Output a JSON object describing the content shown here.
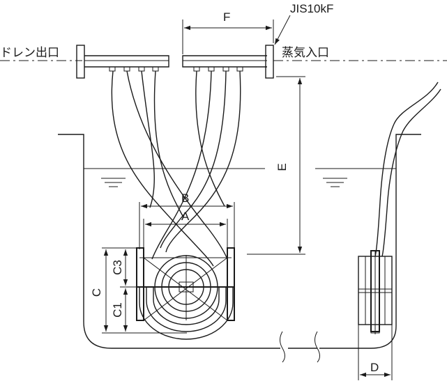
{
  "labels": {
    "drain_outlet": "ドレン出口",
    "steam_inlet": "蒸気入口",
    "flange_standard": "JIS10kF",
    "dim_f": "F",
    "dim_e": "E",
    "dim_b": "B",
    "dim_a": "A",
    "dim_c": "C",
    "dim_c1": "C1",
    "dim_c3": "C3",
    "dim_d": "D"
  },
  "colors": {
    "line": "#1a1a1a",
    "background": "#ffffff"
  }
}
